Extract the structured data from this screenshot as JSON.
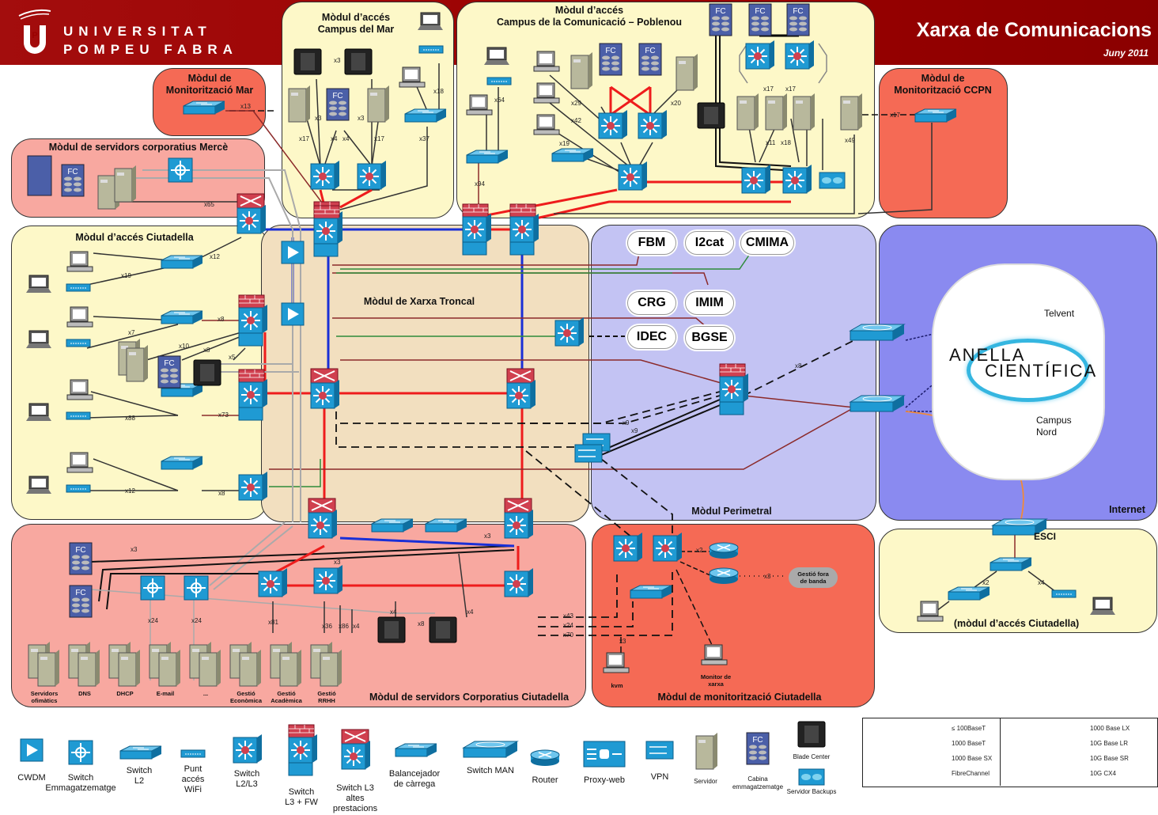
{
  "header": {
    "org_line1": "UNIVERSITAT",
    "org_line2": "POMPEU FABRA",
    "logo_letters": "UPF",
    "title": "Xarxa de Comunicacions",
    "date": "Juny 2011"
  },
  "modules": {
    "monit_mar": "Mòdul de\nMonitorització Mar",
    "servers_merce": "Mòdul de servidors corporatius Mercè",
    "campus_mar": "Mòdul d’accés\nCampus del Mar",
    "poblenou": "Mòdul d’accés\nCampus de la Comunicació – Poblenou",
    "monit_ccpn": "Mòdul de\nMonitorització CCPN",
    "ciutadella_access": "Mòdul d’accés Ciutadella",
    "troncal": "Mòdul de Xarxa Troncal",
    "perimetral": "Mòdul Perimetral",
    "internet": "Internet",
    "servers_ciutadella": "Mòdul de servidors Corporatius Ciutadella",
    "monit_ciutadella": "Mòdul de monitorització Ciutadella",
    "esci_module": "(mòdul d’accés Ciutadella)"
  },
  "clouds": [
    "FBM",
    "I2cat",
    "CMIMA",
    "CRG",
    "IMIM",
    "IDEC",
    "BGSE"
  ],
  "anella": {
    "line1": "ANELLA",
    "line2": "CIENTÍFICA",
    "telvent": "Telvent",
    "campus_nord": "Campus\nNord",
    "esci": "ESCI"
  },
  "monit_ciutadella": {
    "out_of_band": "Gestió fora\nde banda",
    "kvm": "kvm",
    "net_monitor": "Monitor de\nxarxa"
  },
  "server_groups": [
    "Servidors\nofimàtics",
    "DNS",
    "DHCP",
    "E-mail",
    "...",
    "Gestió\nEconòmica",
    "Gestió\nAcadèmica",
    "Gestió\nRRHH"
  ],
  "link_counts": {
    "mar_x13": "x13",
    "mar_x3a": "x3",
    "mar_x3b": "x3",
    "mar_x3c": "x3",
    "mar_x17a": "x17",
    "mar_x17b": "x17",
    "mar_x4a": "x4",
    "mar_x4b": "x4",
    "mar_x18": "x18",
    "mar_x37": "x37",
    "pb_x64": "x64",
    "pb_x94": "x94",
    "pb_x29": "x29",
    "pb_x42": "x42",
    "pb_x19": "x19",
    "pb_x20": "x20",
    "pb_x17a": "x17",
    "pb_x17b": "x17",
    "pb_x11": "x11",
    "pb_x18": "x18",
    "pb_x49": "x49",
    "ccpn_x17": "x17",
    "merce_x65": "x65",
    "ci_x12a": "x12",
    "ci_x19": "x19",
    "ci_x8a": "x8",
    "ci_x7": "x7",
    "ci_x10": "x10",
    "ci_x8b": "x8",
    "ci_x5": "x5",
    "ci_x88": "x88",
    "ci_x73": "x73",
    "ci_x12b": "x12",
    "ci_x8c": "x8",
    "per_x8": "x8",
    "per_x9a": "x9",
    "per_x9b": "x9",
    "sc_x3a": "x3",
    "sc_x3b": "x3",
    "sc_x3c": "x3",
    "sc_x24a": "x24",
    "sc_x24b": "x24",
    "sc_x81": "x81",
    "sc_x36": "x36",
    "sc_x86": "x86",
    "sc_x4a": "x4",
    "sc_x4b": "x4",
    "sc_x4c": "x4",
    "sc_x8": "x8",
    "mo_x43": "x43",
    "mo_x24": "x24",
    "mo_x70": "x70",
    "mo_x2": "x2",
    "mo_x3": "x3",
    "mo_x3kvm": "x3",
    "esci_x2": "x2",
    "esci_x4": "x4"
  },
  "legend_icons": [
    {
      "key": "cwdm",
      "label": "CWDM"
    },
    {
      "key": "storage_switch",
      "label": "Switch\nEmmagatzematge"
    },
    {
      "key": "switch_l2",
      "label": "Switch\nL2"
    },
    {
      "key": "wifi_ap",
      "label": "Punt\naccés\nWiFi"
    },
    {
      "key": "switch_l2l3",
      "label": "Switch\nL2/L3"
    },
    {
      "key": "switch_l3fw",
      "label": "Switch\nL3 + FW"
    },
    {
      "key": "switch_l3hp",
      "label": "Switch L3\naltes\nprestacions"
    },
    {
      "key": "load_balancer",
      "label": "Balancejador\nde càrrega"
    },
    {
      "key": "switch_man",
      "label": "Switch MAN"
    },
    {
      "key": "router",
      "label": "Router"
    },
    {
      "key": "proxy_web",
      "label": "Proxy-web"
    },
    {
      "key": "vpn",
      "label": "VPN"
    },
    {
      "key": "server",
      "label": "Servidor"
    },
    {
      "key": "storage_cabinet",
      "label": "Cabina\nemmagatzematge"
    },
    {
      "key": "blade_center",
      "label": "Blade Center"
    },
    {
      "key": "backup_server",
      "label": "Servidor Backups"
    }
  ],
  "legend_lines": [
    {
      "label": "≤ 100BaseT",
      "color": "#111111",
      "style": "dashed"
    },
    {
      "label": "1000 BaseT",
      "color": "#333333",
      "style": "solid"
    },
    {
      "label": "1000 Base SX",
      "color": "#8b2a2a",
      "style": "solid"
    },
    {
      "label": "FibreChannel",
      "color": "#aaaaaa",
      "style": "solid"
    },
    {
      "label": "1000 Base LX",
      "color": "#2e8b3a",
      "style": "solid"
    },
    {
      "label": "10G Base LR",
      "color": "#1a2fd6",
      "style": "solid"
    },
    {
      "label": "10G Base SR",
      "color": "#ee1c1c",
      "style": "solid"
    },
    {
      "label": "10G CX4",
      "color": "#000000",
      "style": "solid"
    }
  ],
  "colors": {
    "header": "#9a0000",
    "access_module": "#fdf8c8",
    "server_module": "#f8a8a0",
    "monit_module": "#f56a55",
    "troncal": "#f2dfbf",
    "perimetral": "#c3c3f3",
    "internet": "#8a8af0",
    "device_blue": "#1f9ad3",
    "firewall_red": "#d0404f"
  }
}
